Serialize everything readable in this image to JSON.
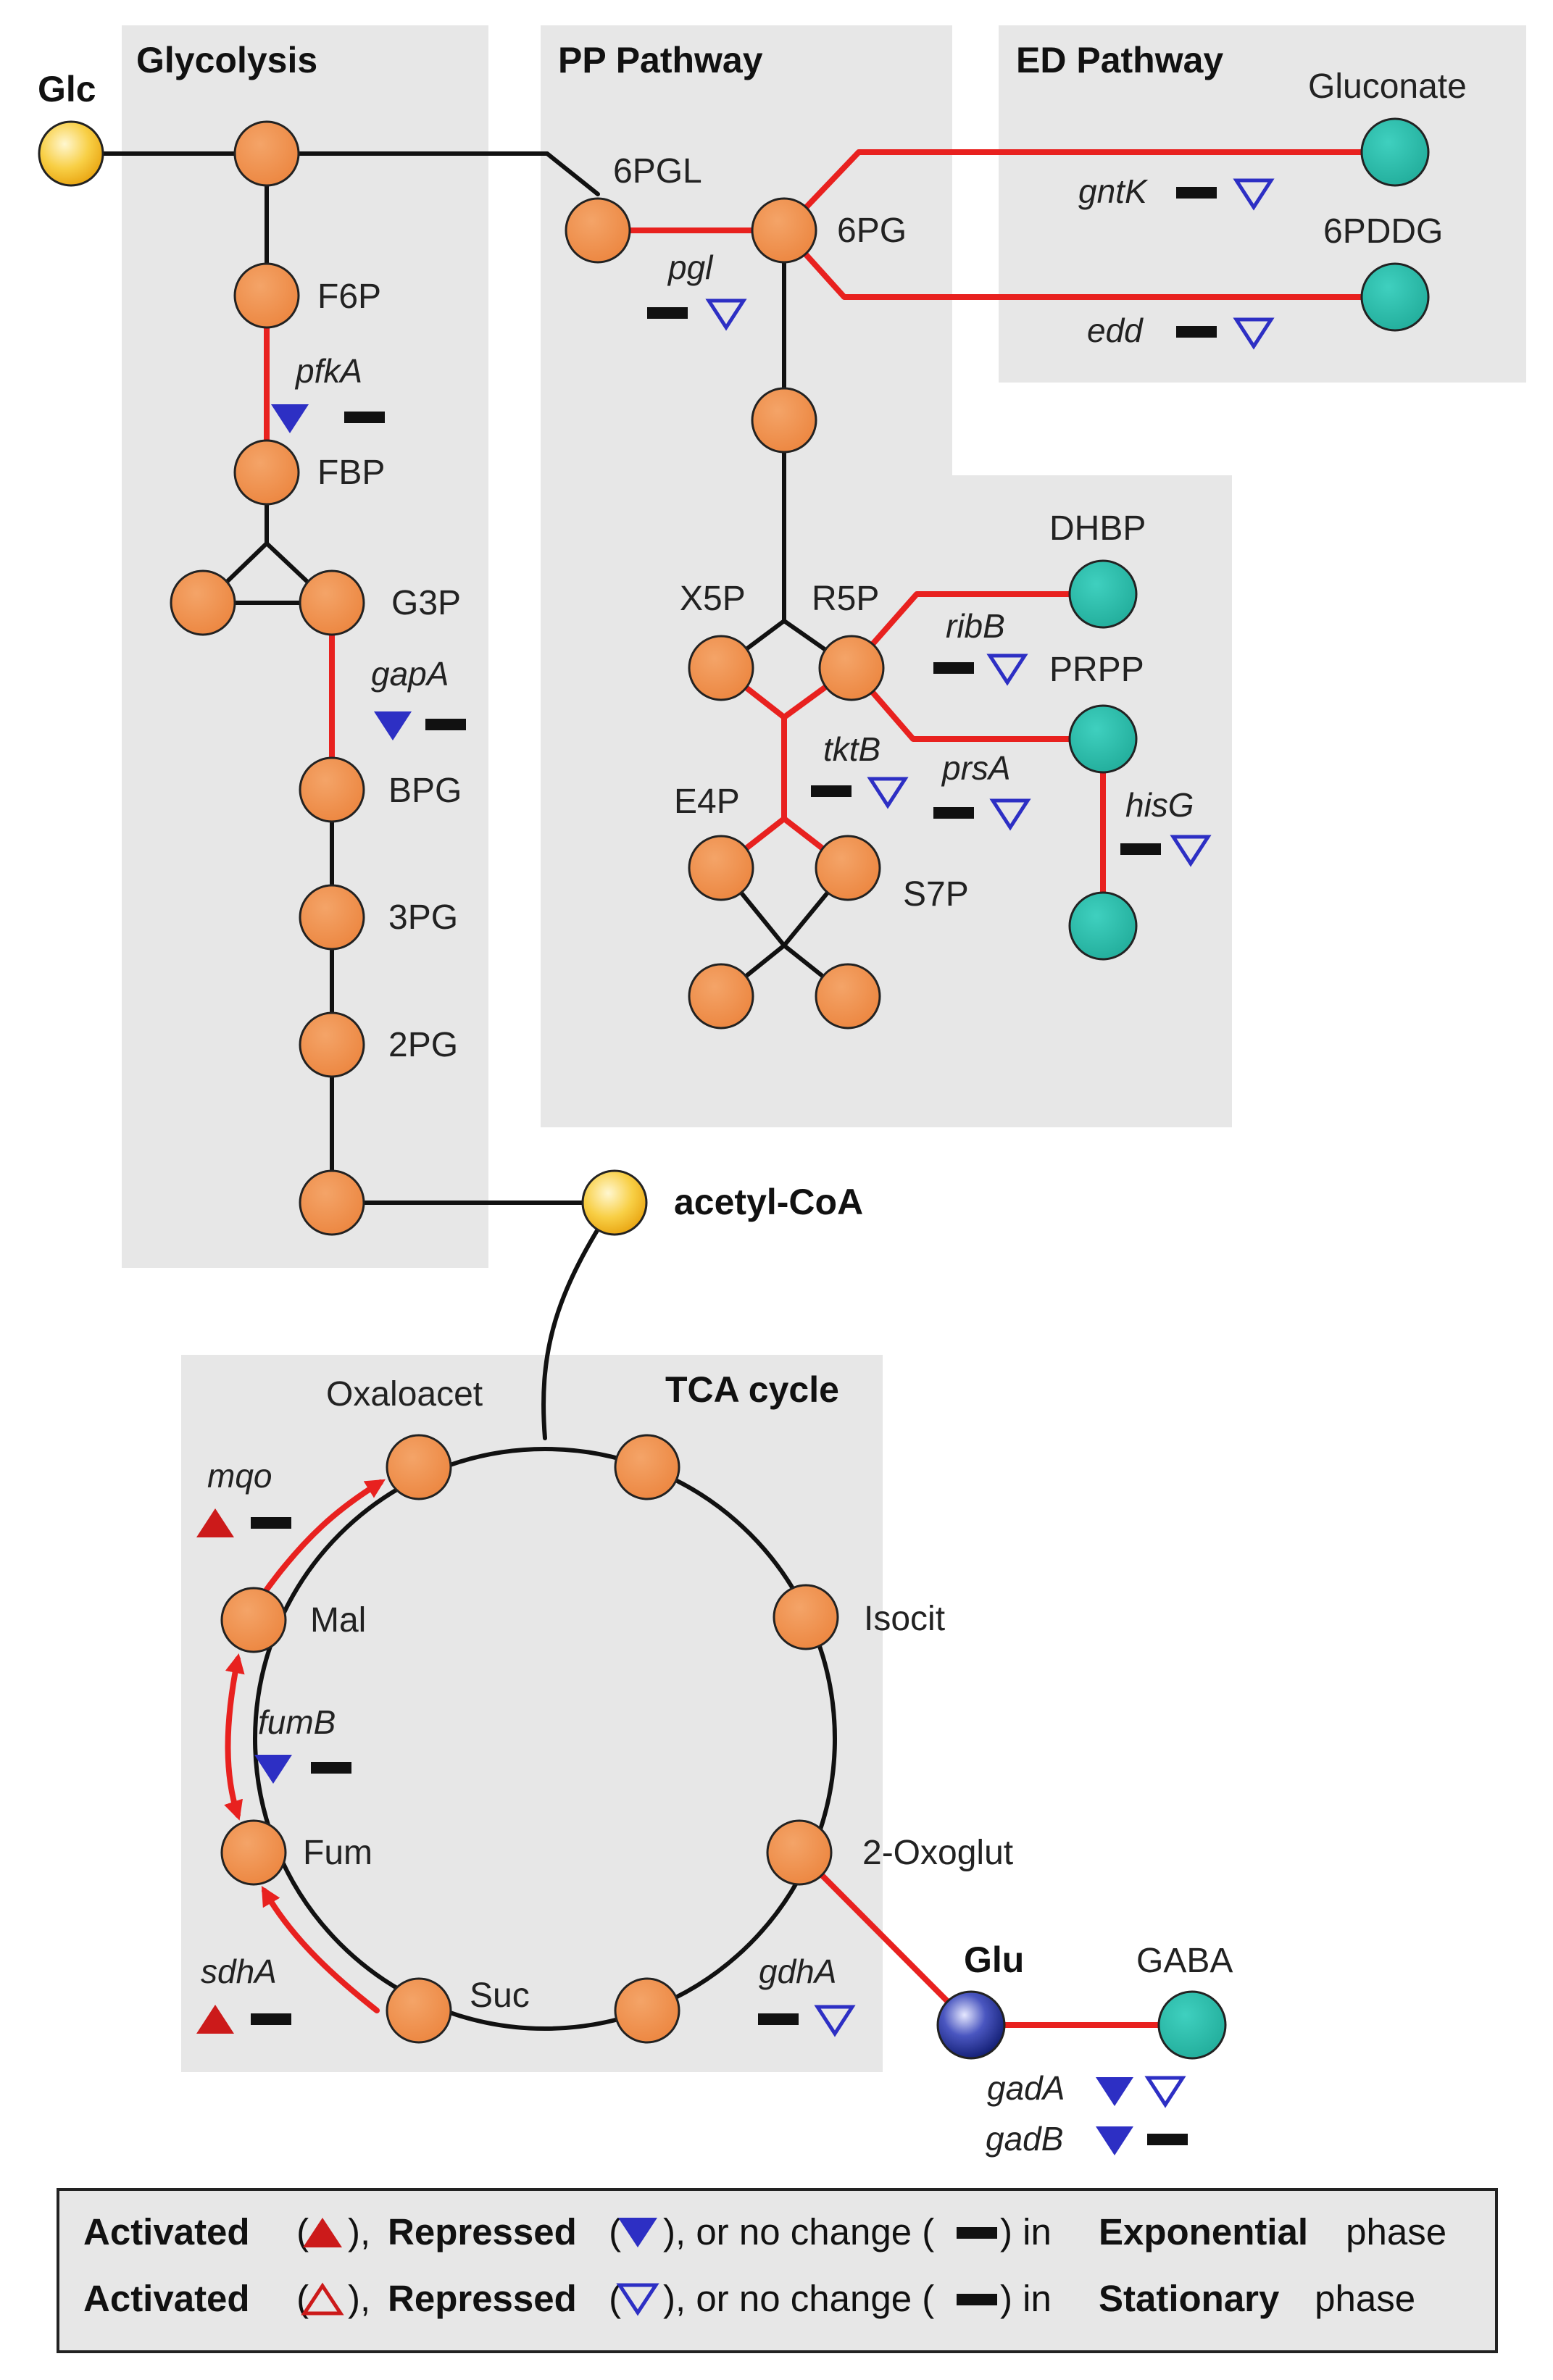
{
  "colors": {
    "panel": "#e7e7e7",
    "orange_node": "#f0904a",
    "teal_node": "#2fbfad",
    "yellow_node": "#f7c934",
    "navy_node": "#1a2a86",
    "red_edge": "#e8211f",
    "black_edge": "#111111",
    "activated": "#cc1a1a",
    "repressed": "#2d2fc4"
  },
  "sections": {
    "glycolysis": "Glycolysis",
    "pp": "PP Pathway",
    "ed": "ED Pathway",
    "tca": "TCA cycle"
  },
  "metabolites": {
    "glc": "Glc",
    "f6p": "F6P",
    "fbp": "FBP",
    "g3p": "G3P",
    "bpg": "BPG",
    "pg3": "3PG",
    "pg2": "2PG",
    "acetyl_coa": "acetyl-CoA",
    "pgl6": "6PGL",
    "pg6": "6PG",
    "gluconate": "Gluconate",
    "pddg6": "6PDDG",
    "x5p": "X5P",
    "r5p": "R5P",
    "e4p": "E4P",
    "s7p": "S7P",
    "dhbp": "DHBP",
    "prpp": "PRPP",
    "oxaloacet": "Oxaloacet",
    "mal": "Mal",
    "fum": "Fum",
    "suc": "Suc",
    "isocit": "Isocit",
    "oxoglut": "2-Oxoglut",
    "glu": "Glu",
    "gaba": "GABA"
  },
  "genes": [
    {
      "name": "pfkA",
      "exponential": "repressed",
      "stationary": "no-change"
    },
    {
      "name": "gapA",
      "exponential": "repressed",
      "stationary": "no-change"
    },
    {
      "name": "pgl",
      "exponential": "no-change",
      "stationary": "repressed"
    },
    {
      "name": "gntK",
      "exponential": "no-change",
      "stationary": "repressed"
    },
    {
      "name": "edd",
      "exponential": "no-change",
      "stationary": "repressed"
    },
    {
      "name": "ribB",
      "exponential": "no-change",
      "stationary": "repressed"
    },
    {
      "name": "tktB",
      "exponential": "no-change",
      "stationary": "repressed"
    },
    {
      "name": "prsA",
      "exponential": "no-change",
      "stationary": "repressed"
    },
    {
      "name": "hisG",
      "exponential": "no-change",
      "stationary": "repressed"
    },
    {
      "name": "mqo",
      "exponential": "activated",
      "stationary": "no-change"
    },
    {
      "name": "fumB",
      "exponential": "repressed",
      "stationary": "no-change"
    },
    {
      "name": "sdhA",
      "exponential": "activated",
      "stationary": "no-change"
    },
    {
      "name": "gdhA",
      "exponential": "no-change",
      "stationary": "repressed"
    },
    {
      "name": "gadA",
      "exponential": "repressed",
      "stationary": "repressed"
    },
    {
      "name": "gadB",
      "exponential": "repressed",
      "stationary": "no-change"
    }
  ],
  "legend": {
    "row1": {
      "activated": "Activated",
      "p1": " (",
      "p2": "), ",
      "repressed": "Repressed",
      "p3": " (",
      "p4": "), or no change (",
      "p5": ") in ",
      "phase": "Exponential",
      "p6": " phase"
    },
    "row2": {
      "activated": "Activated",
      "p1": " (",
      "p2": "), ",
      "repressed": "Repressed",
      "p3": " (",
      "p4": "), or no change (",
      "p5": ") in ",
      "phase": "Stationary",
      "p6": " phase"
    }
  }
}
